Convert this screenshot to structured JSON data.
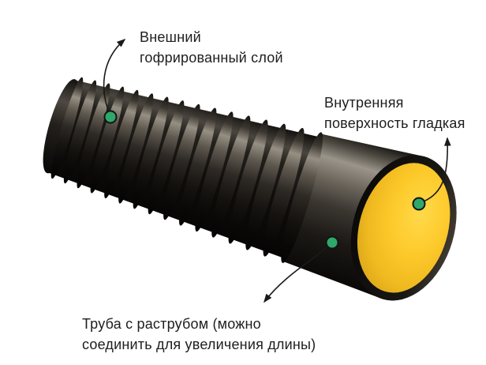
{
  "diagram": {
    "background_color": "#ffffff",
    "text_color": "#1e1e1e",
    "arrow_color": "#1a1a1a",
    "marker_color": "#2fa869",
    "marker_outline_color": "#141414",
    "pipe_colors": {
      "corrugated_black": "#16130f",
      "highlight_gray": "#9a948a",
      "inner_yellow": "#fcc92a",
      "rim_black": "#0c0b0a"
    },
    "annotations": {
      "outer_layer": {
        "lines": [
          "Внешний",
          "гофрированный слой"
        ],
        "marker": "green-dot"
      },
      "inner_surface": {
        "lines": [
          "Внутренняя",
          "поверхность гладкая"
        ],
        "marker": "green-dot"
      },
      "socket": {
        "lines": [
          "Труба с раструбом (можно",
          "соединить для увеличения длины)"
        ],
        "marker": "green-dot"
      }
    }
  }
}
